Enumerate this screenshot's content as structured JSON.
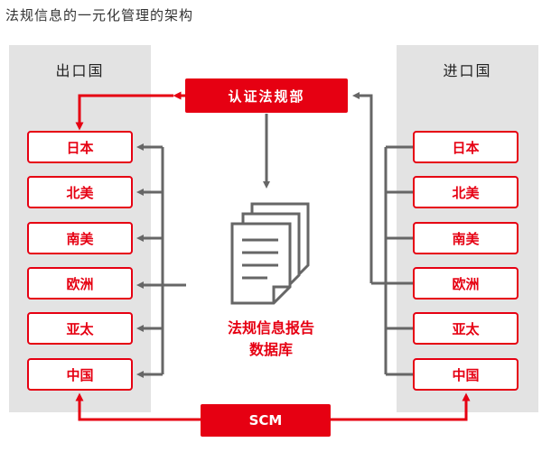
{
  "title": "法规信息的一元化管理的架构",
  "export_panel": {
    "title": "出口国",
    "regions": [
      "日本",
      "北美",
      "南美",
      "欧洲",
      "亚太",
      "中国"
    ]
  },
  "import_panel": {
    "title": "进口国",
    "regions": [
      "日本",
      "北美",
      "南美",
      "欧洲",
      "亚太",
      "中国"
    ]
  },
  "certification_dept": "认证法规部",
  "database": {
    "line1": "法规信息报告",
    "line2": "数据库"
  },
  "scm": "SCM",
  "colors": {
    "accent": "#e60012",
    "connector": "#666666",
    "panel": "#e3e3e3"
  }
}
